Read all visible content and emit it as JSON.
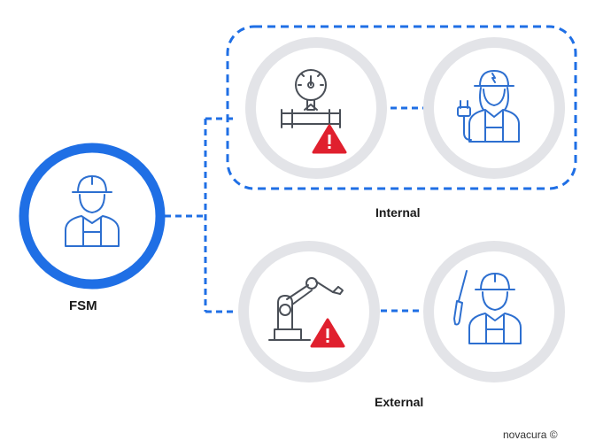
{
  "diagram": {
    "root": {
      "label": "FSM",
      "icon": "worker-hardhat-icon"
    },
    "groups": [
      {
        "label": "Internal",
        "asset_icon": "pressure-gauge-pipe-icon",
        "warning": true,
        "technician_icon": "female-electrician-icon"
      },
      {
        "label": "External",
        "asset_icon": "robotic-arm-icon",
        "warning": true,
        "technician_icon": "technician-screwdriver-icon"
      }
    ],
    "credit": "novacura ©"
  },
  "colors": {
    "accent_blue": "#1f6fe5",
    "icon_blue": "#2d6fd0",
    "ring_gray": "#e3e4e8",
    "warning_red": "#e0202e"
  }
}
